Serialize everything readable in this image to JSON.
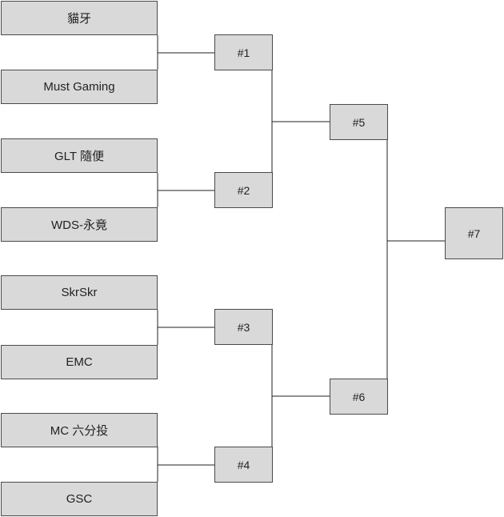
{
  "teams": [
    {
      "name": "貓牙"
    },
    {
      "name": "Must Gaming"
    },
    {
      "name": "GLT 隨便"
    },
    {
      "name": "WDS-永竟"
    },
    {
      "name": "SkrSkr"
    },
    {
      "name": "EMC"
    },
    {
      "name": "MC 六分投"
    },
    {
      "name": "GSC"
    }
  ],
  "matches": [
    {
      "label": "#1"
    },
    {
      "label": "#2"
    },
    {
      "label": "#3"
    },
    {
      "label": "#4"
    },
    {
      "label": "#5"
    },
    {
      "label": "#6"
    },
    {
      "label": "#7"
    }
  ],
  "colors": {
    "box_fill": "#d9d9d9",
    "box_border": "#4a4a4a",
    "line": "#222222"
  }
}
